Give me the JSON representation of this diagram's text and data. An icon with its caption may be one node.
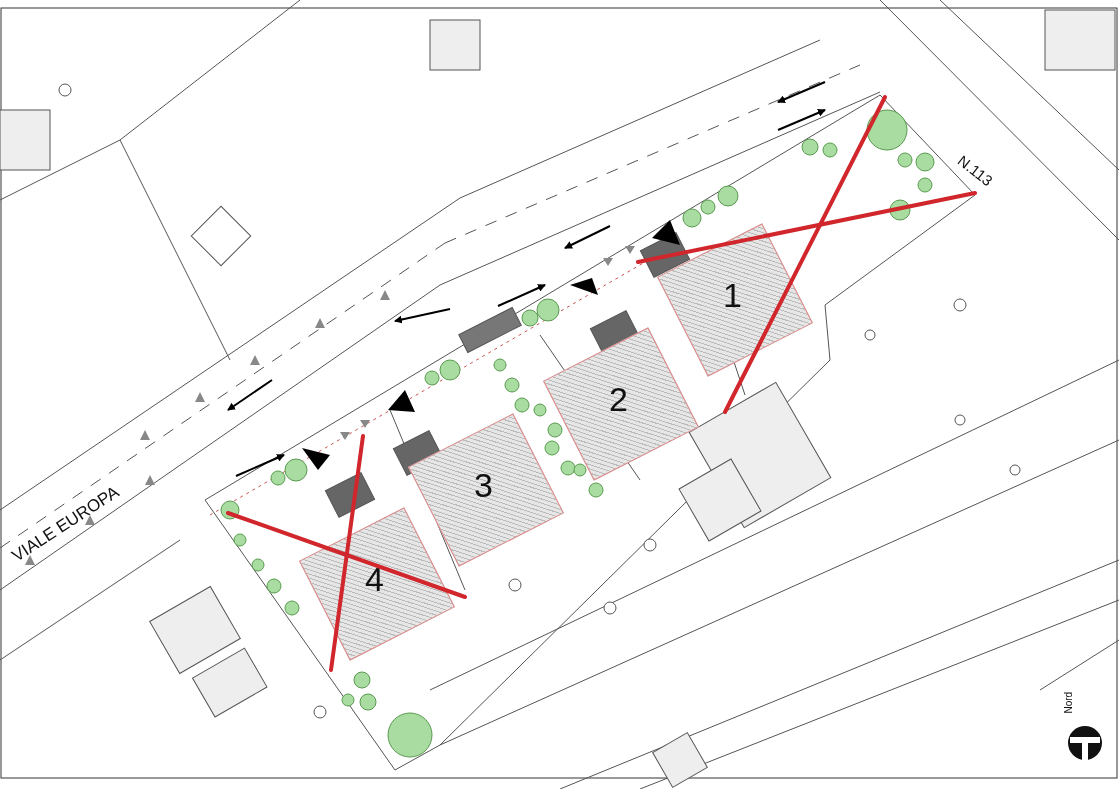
{
  "diagram": {
    "nodes": [
      {
        "text": [
          "1"
        ]
      },
      {
        "text": [
          "2"
        ]
      },
      {
        "text": [
          "3"
        ]
      },
      {
        "text": [
          "4"
        ]
      }
    ],
    "labels": [
      "VIALE EUROPA",
      "N.113",
      "Nord"
    ]
  }
}
